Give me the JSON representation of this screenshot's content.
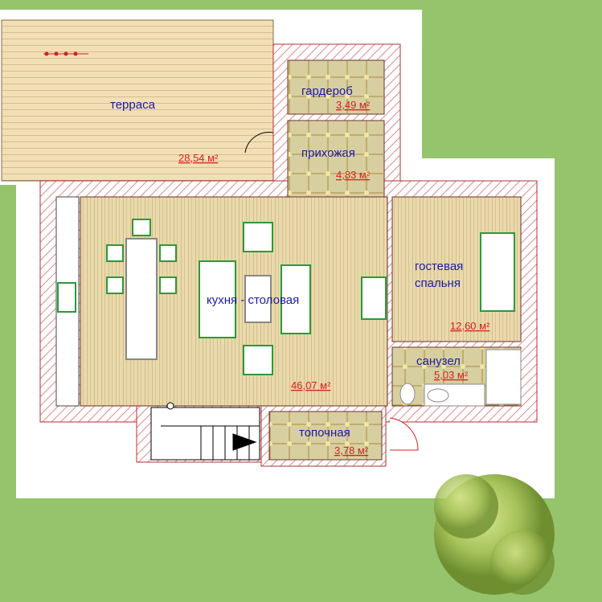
{
  "plan": {
    "rooms": [
      {
        "id": "terrace",
        "name": "терраса",
        "area": "28,54 м²"
      },
      {
        "id": "wardrobe",
        "name": "гардероб",
        "area": "3,49 м²"
      },
      {
        "id": "hall",
        "name": "прихожая",
        "area": "4,83 м²"
      },
      {
        "id": "kitchen",
        "name": "кухня - столовая",
        "area": "46,07 м²"
      },
      {
        "id": "guest",
        "name": "гостевая спальня",
        "name_line1": "гостевая",
        "name_line2": "спальня",
        "area": "12,60 м²"
      },
      {
        "id": "bath",
        "name": "санузел",
        "area": "5,03 м²"
      },
      {
        "id": "boiler",
        "name": "топочная",
        "area": "3,78 м²"
      }
    ]
  },
  "colors": {
    "grass": "#95c46d",
    "wall_hatch": "#e08a8a",
    "floor_wood": "#e8d6a8",
    "tile": "#d9d0a0",
    "label": "#1a1aa8",
    "area": "#d42020",
    "furniture": "#2a9a3a"
  }
}
